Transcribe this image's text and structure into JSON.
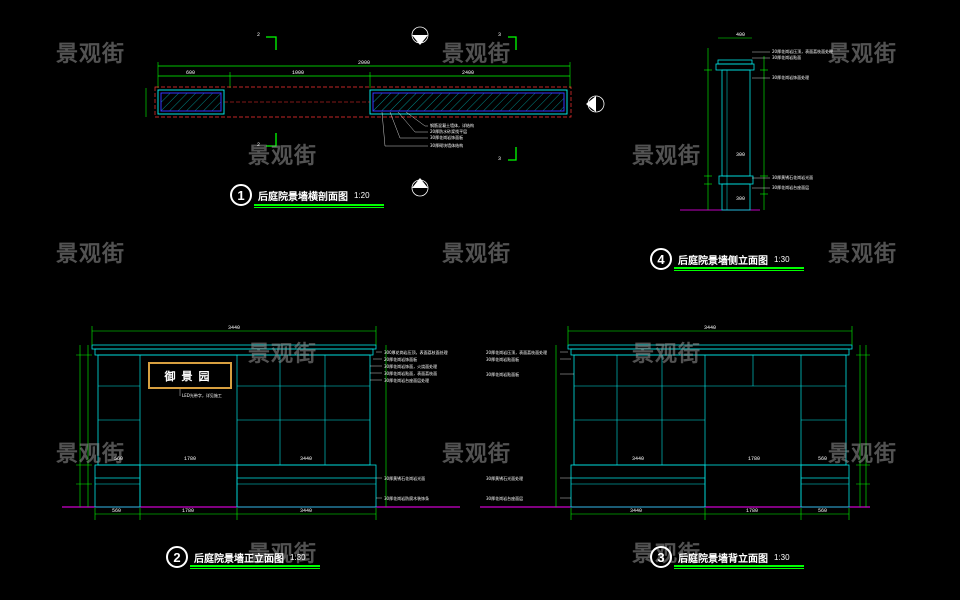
{
  "watermark": "景观街",
  "colors": {
    "wall": "#00e5e5",
    "dim": "#00ff00",
    "ground": "#ff00ff",
    "sign_border": "#d8a040",
    "accent": "#3333ff"
  },
  "drawings": {
    "plan": {
      "num": "1",
      "title": "后庭院景墙横剖面图",
      "scale": "1:20"
    },
    "front": {
      "num": "2",
      "title": "后庭院景墙正立面图",
      "scale": "1:30"
    },
    "back": {
      "num": "3",
      "title": "后庭院景墙背立面图",
      "scale": "1:30"
    },
    "side": {
      "num": "4",
      "title": "后庭院景墙侧立面图",
      "scale": "1:30"
    }
  },
  "section_markers": {
    "a": "2",
    "b": "3"
  },
  "sign": {
    "text": "御景园"
  },
  "front_dims": {
    "top": "3440",
    "bottom": [
      "560",
      "1780",
      "3440"
    ],
    "mid": [
      "560",
      "1780",
      "3440"
    ]
  },
  "back_dims": {
    "top": "3440",
    "bottom": [
      "3440",
      "1780",
      "560"
    ],
    "mid": [
      "3440",
      "1780",
      "560"
    ]
  },
  "plan_dims": {
    "total": "2000",
    "segs": [
      "600",
      "1000",
      "2400"
    ]
  },
  "side_dims": {
    "top": "400",
    "mid": "300",
    "bot": "300"
  },
  "notes": {
    "front": [
      "300厚花岗岩压顶，表面荔枝面处理",
      "20厚花岗岩饰面板",
      "30厚花岗岩饰面，火烧面处理",
      "30厚花岗岩贴面，表面荔枝面",
      "30厚花岗岩台座面层处理",
      "30厚黄锈石花岗岩光面",
      "30厚花岗岩防腐木装饰条"
    ],
    "sign_note": "LED光带字，详见施工",
    "back": [
      "20厚花岗岩压顶，表面荔枝面处理",
      "30厚花岗岩贴面板",
      "30厚花岗岩贴面板",
      "30厚黄锈石光面处理",
      "30厚花岗岩台座面层"
    ],
    "plan": [
      "钢筋混凝土墙体，详结构",
      "20厚防水砂浆找平层",
      "30厚花岗岩饰面板",
      "30厚砌块墙体结构"
    ],
    "side": [
      "20厚花岗岩压顶，表面荔枝面处理",
      "30厚花岗岩贴面",
      "30厚花岗岩饰面处理",
      "30厚黄锈石花岗岩光面",
      "30厚花岗岩台座面层"
    ]
  }
}
